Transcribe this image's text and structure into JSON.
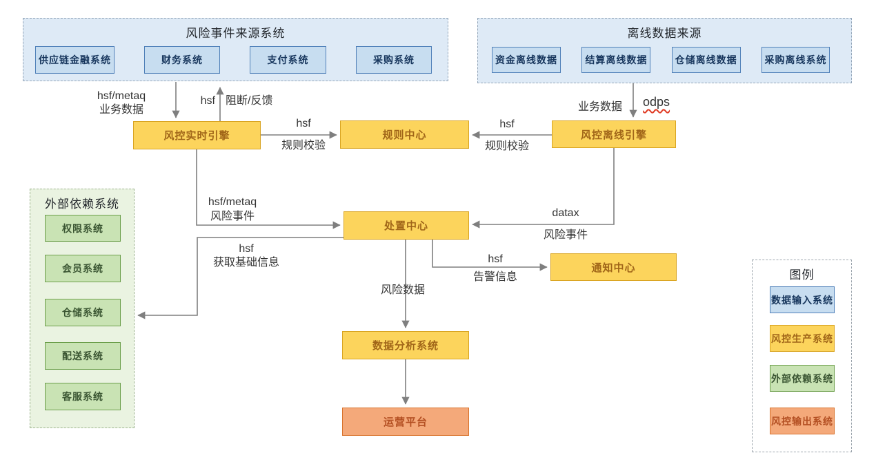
{
  "groups": {
    "risk_sources": {
      "title": "风险事件来源系统",
      "items": [
        "供应链金融系统",
        "财务系统",
        "支付系统",
        "采购系统"
      ]
    },
    "offline_sources": {
      "title": "离线数据来源",
      "items": [
        "资金离线数据",
        "结算离线数据",
        "仓储离线数据",
        "采购离线系统"
      ]
    },
    "external_deps": {
      "title": "外部依赖系统",
      "items": [
        "权限系统",
        "会员系统",
        "仓储系统",
        "配送系统",
        "客服系统"
      ]
    },
    "legend": {
      "title": "图例",
      "items": [
        {
          "label": "数据输入系统",
          "color": "#c7ddf0"
        },
        {
          "label": "风控生产系统",
          "color": "#fcd45c"
        },
        {
          "label": "外部依赖系统",
          "color": "#c9e3b4"
        },
        {
          "label": "风控输出系统",
          "color": "#f4a97a"
        }
      ]
    }
  },
  "nodes": {
    "realtime_engine": {
      "label": "风控实时引擎"
    },
    "rule_center": {
      "label": "规则中心"
    },
    "offline_engine": {
      "label": "风控离线引擎"
    },
    "disposal_center": {
      "label": "处置中心"
    },
    "notify_center": {
      "label": "通知中心"
    },
    "data_analysis": {
      "label": "数据分析系统"
    },
    "ops_platform": {
      "label": "运营平台"
    }
  },
  "edge_labels": {
    "source_to_realtime": {
      "line1": "hsf/metaq",
      "line2": "业务数据"
    },
    "realtime_feedback": {
      "protocol": "hsf",
      "label": "阻断/反馈"
    },
    "realtime_to_rule": {
      "line1": "hsf",
      "line2": "规则校验"
    },
    "offline_source_in": {
      "label": "业务数据",
      "protocol": "odps"
    },
    "offline_to_rule": {
      "line1": "hsf",
      "line2": "规则校验"
    },
    "realtime_to_disposal": {
      "line1": "hsf/metaq",
      "line2": "风险事件"
    },
    "offline_to_disposal": {
      "line1": "datax",
      "line2": "风险事件"
    },
    "disposal_to_external": {
      "line1": "hsf",
      "line2": "获取基础信息"
    },
    "disposal_to_notify": {
      "line1": "hsf",
      "line2": "告警信息"
    },
    "disposal_to_analysis": {
      "label": "风险数据"
    }
  },
  "colors": {
    "blue_box_fill": "#c7ddf0",
    "blue_box_border": "#4e7fb8",
    "blue_group_fill": "#deeaf6",
    "yellow_box_fill": "#fcd45c",
    "yellow_box_border": "#d9a421",
    "green_box_fill": "#c9e3b4",
    "green_box_border": "#6b9e4a",
    "green_group_fill": "#eaf3e1",
    "orange_box_fill": "#f4a97a",
    "orange_box_border": "#d8722b",
    "arrow": "#7f7f7f",
    "odps_underline": "#e03b24"
  }
}
